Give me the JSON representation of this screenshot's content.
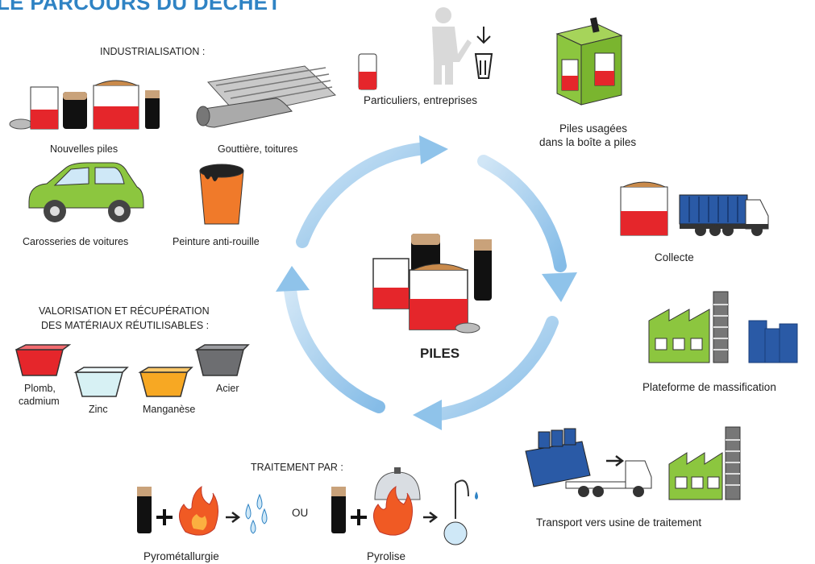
{
  "title": "LE PARCOURS DU DÉCHET",
  "center": {
    "label": "PILES"
  },
  "cycle_steps": {
    "particuliers": "Particuliers, entreprises",
    "boite": [
      "Piles usagées",
      "dans la boîte a piles"
    ],
    "collecte": "Collecte",
    "plateforme": "Plateforme de massification",
    "transport": "Transport vers usine de traitement"
  },
  "traitement": {
    "heading": "TRAITEMENT PAR :",
    "ou": "OU",
    "pyrometallurgie": "Pyrométallurgie",
    "pyrolise": "Pyrolise"
  },
  "valorisation": {
    "heading": [
      "VALORISATION ET RÉCUPÉRATION",
      "DES MATÉRIAUX RÉUTILISABLES :"
    ],
    "materials": {
      "plomb": [
        "Plomb,",
        "cadmium"
      ],
      "zinc": "Zinc",
      "manganese": "Manganèse",
      "acier": "Acier"
    }
  },
  "industrialisation": {
    "heading": "INDUSTRIALISATION :",
    "items": {
      "piles": "Nouvelles piles",
      "gouttiere": "Gouttière, toitures",
      "voitures": "Carosseries de voitures",
      "peinture": "Peinture anti-rouille"
    }
  },
  "colors": {
    "title": "#2f83c4",
    "arrow": "#8fc3ea",
    "battery_red": "#e5262b",
    "box_green": "#8cc63f",
    "truck_blue": "#2a5aa6"
  }
}
